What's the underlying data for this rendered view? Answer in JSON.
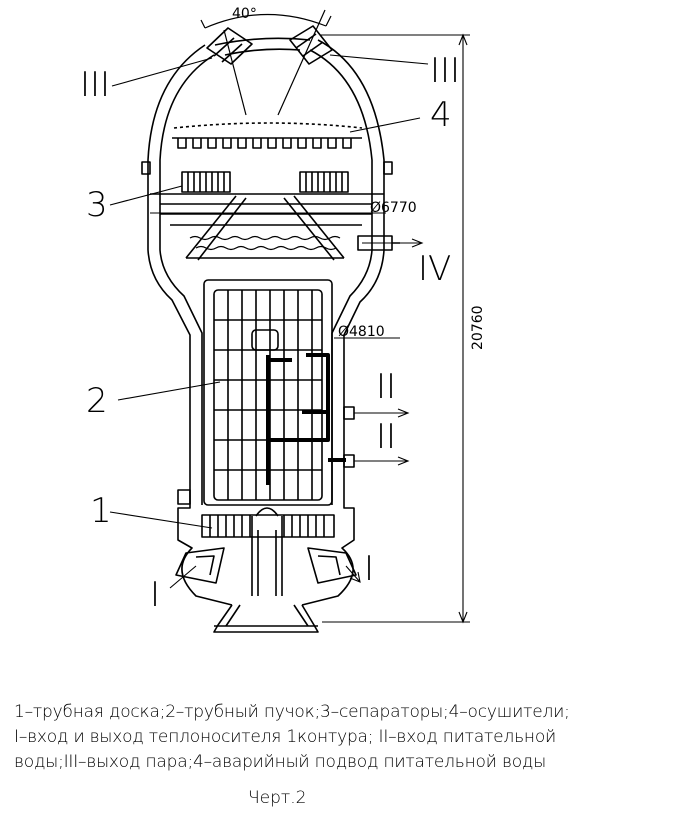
{
  "labels": {
    "angle": "40°",
    "roman_III_left": "III",
    "roman_III_right": "III",
    "num_4": "4",
    "num_3": "3",
    "diam_outer": "Ø6770",
    "roman_IV": "IV",
    "diam_inner": "Ø4810",
    "height": "20760",
    "num_2": "2",
    "roman_II_top": "II",
    "roman_II_bottom": "II",
    "num_1": "1",
    "roman_I_left": "I",
    "roman_I_right": "I"
  },
  "caption": {
    "line1": "1–трубная доска;2–трубный пучок;3–сепараторы;4–осушители;",
    "line2": "I–вход и выход теплоносителя 1контура; II–вход питательной",
    "line3": "воды;III–выход пара;4–аварийный подвод питательной воды",
    "figure": "Черт.2"
  }
}
